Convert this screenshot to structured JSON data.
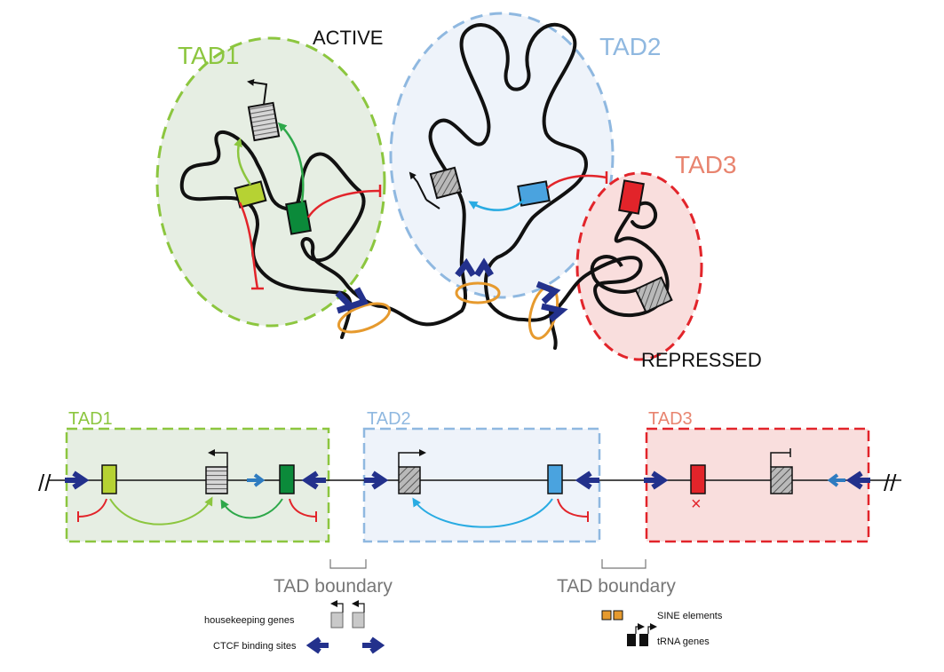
{
  "top": {
    "state_active": "ACTIVE",
    "state_repressed": "REPRESSED",
    "tad1": "TAD1",
    "tad2": "TAD2",
    "tad3": "TAD3"
  },
  "linear": {
    "tad1": "TAD1",
    "tad2": "TAD2",
    "tad3": "TAD3",
    "boundary_left": "TAD boundary",
    "boundary_right": "TAD boundary",
    "break_symbol": "//",
    "repression_mark": "×"
  },
  "legend": {
    "housekeeping": "housekeeping genes",
    "ctcf": "CTCF binding sites",
    "sine": "SINE elements",
    "trna": "tRNA genes"
  },
  "colors": {
    "tad1": "#8cc63f",
    "tad1_fill": "#e6eee3",
    "tad2": "#8fb8e0",
    "tad2_fill": "#eef3fa",
    "tad3": "#e2242a",
    "tad3_fill": "#f9dedd",
    "tad1_label": "#8cc63f",
    "tad2_label": "#8fb8e0",
    "tad3_label": "#e8846f",
    "enhancer_lime": "#b6d233",
    "enhancer_green": "#0b8a3a",
    "enhancer_blue": "#4aa3df",
    "enhancer_red": "#e2242a",
    "ctcf": "#23318c",
    "cohesin": "#e69a2e",
    "repress": "#e2242a",
    "activate_green": "#8cc63f",
    "activate_blue": "#29abe2"
  }
}
